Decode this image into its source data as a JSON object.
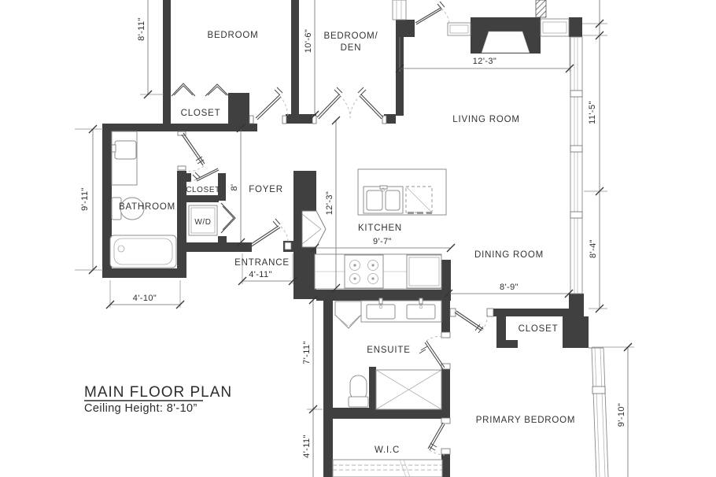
{
  "title": {
    "heading": "MAIN FLOOR PLAN",
    "subheading": "Ceiling Height: 8'-10”"
  },
  "rooms": {
    "bedroom": "BEDROOM",
    "bedroom_den_1": "BEDROOM/",
    "bedroom_den_2": "DEN",
    "living": "LIVING ROOM",
    "closet_bedroom": "CLOSET",
    "bathroom": "BATHROOM",
    "closet_foyer": "CLOSET",
    "wd": "W/D",
    "foyer": "FOYER",
    "kitchen": "KITCHEN",
    "dining": "DINING ROOM",
    "entrance": "ENTRANCE",
    "ensuite": "ENSUITE",
    "closet_dining": "CLOSET",
    "primary": "PRIMARY BEDROOM",
    "wic": "W.I.C"
  },
  "dims": {
    "bedroom_w": "8'-11\"",
    "den_d": "10'-6\"",
    "living_w": "12'-3\"",
    "living_d": "11'-5\"",
    "bath_d": "9'-11\"",
    "foyer_d": "8'",
    "kitchen_d": "12'-3\"",
    "kitchen_w": "9'-7\"",
    "dining_d": "8'-4\"",
    "dining_w": "8'-9\"",
    "bath_w": "4'-10\"",
    "entrance_w": "4'-11\"",
    "ensuite_d": "7'-11\"",
    "wic_d": "4'-11\"",
    "primary_d": "9'-10\""
  },
  "colors": {
    "wall": "#404040",
    "label_text": "#333333",
    "fixture_line": "#8f8f8f",
    "background": "#ffffff"
  }
}
